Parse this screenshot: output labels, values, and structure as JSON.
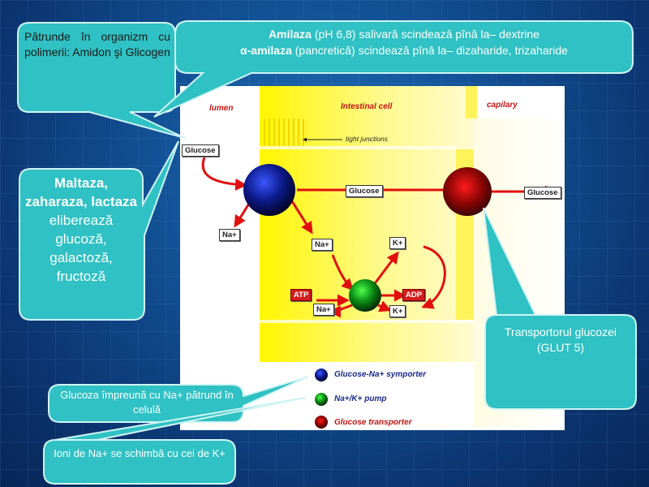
{
  "callouts": {
    "top_left": "Pătrunde în organizm cu polimerii: Amidon şi Glicogen",
    "top_center_line1_bold": "Amilaza",
    "top_center_line1_rest": " (pH 6,8) salivară scindează pînă la– dextrine",
    "top_center_line2_bold": "α-amilaza",
    "top_center_line2_rest": " (pancretică) scindează pînă la– dizaharide, trizaharide",
    "left_enzymes_bold": "Maltaza, zaharaza, lactaza",
    "left_enzymes_rest": "eliberează glucoză, galactoză, fructoză",
    "right_transporter": "Transportorul glucozei (GLUT 5)",
    "bottom_glucose_na": "Glucoza împreună cu Na+ pătrund în celulă",
    "bottom_ions": "Ioni de Na+ se schimbă cu cei de K+"
  },
  "diagram": {
    "lumen": "lumen",
    "intestinal_cell": "Intestinal cell",
    "capillary": "capilary",
    "tight_junctions": "tight junctions",
    "glucose_left": "Glucose",
    "glucose_mid": "Glucose",
    "glucose_right": "Glucose",
    "na_lumen": "Na+",
    "na_cell": "Na+",
    "k_top": "K+",
    "atp": "ATP",
    "adp": "ADP",
    "na_bottom": "Na+",
    "k_bottom": "K+"
  },
  "legend": {
    "symporter": "Glucose-Na+ symporter",
    "pump": "Na+/K+ pump",
    "transporter": "Glucose transporter"
  },
  "colors": {
    "callout_fill": "#2fc1c3",
    "membrane_yellow": "#fff21e",
    "arrow_red": "#e01010"
  }
}
